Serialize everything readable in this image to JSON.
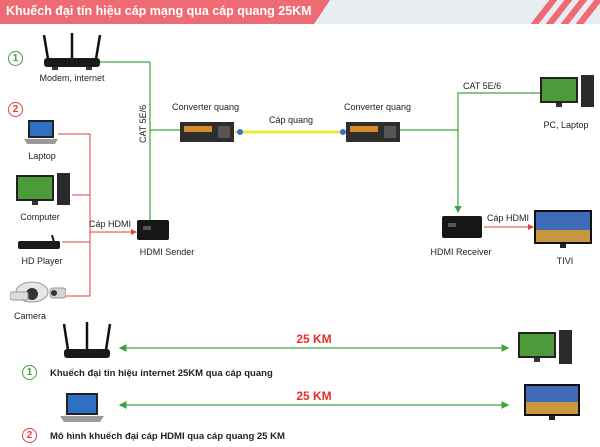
{
  "banner": {
    "title": "Khuếch đại tín hiệu cáp mạng qua cáp quang 25KM"
  },
  "markers": {
    "one": "1",
    "two": "2"
  },
  "devices": {
    "modem": "Modem, internet",
    "laptop": "Laptop",
    "computer": "Computer",
    "hd_player": "HD Player",
    "camera": "Camera",
    "converter_left": "Converter quang",
    "converter_right": "Converter quang",
    "pc_laptop": "PC, Laptop",
    "hdmi_sender": "HDMI Sender",
    "hdmi_receiver": "HDMI Receiver",
    "tivi": "TIVI"
  },
  "links": {
    "cat_left": "CAT 5E/6",
    "cat_right": "CAT 5E/6",
    "fiber": "Cáp quang",
    "hdmi_left": "Cáp HDMI",
    "hdmi_right": "Cáp HDMI"
  },
  "summary": {
    "distance_1": "25 KM",
    "distance_2": "25 KM",
    "caption_1": "Khuếch đại tín hiệu internet 25KM qua cáp quang",
    "caption_2": "Mô hình khuếch đại cáp HDMI qua cáp quang 25 KM"
  },
  "colors": {
    "banner_accent": "#ef6b74",
    "network_line": "#3fa33f",
    "hdmi_line": "#e0413f",
    "fiber_line": "#f1e43a",
    "distance_line": "#3fa33f",
    "distance_text": "#e52f2f"
  }
}
